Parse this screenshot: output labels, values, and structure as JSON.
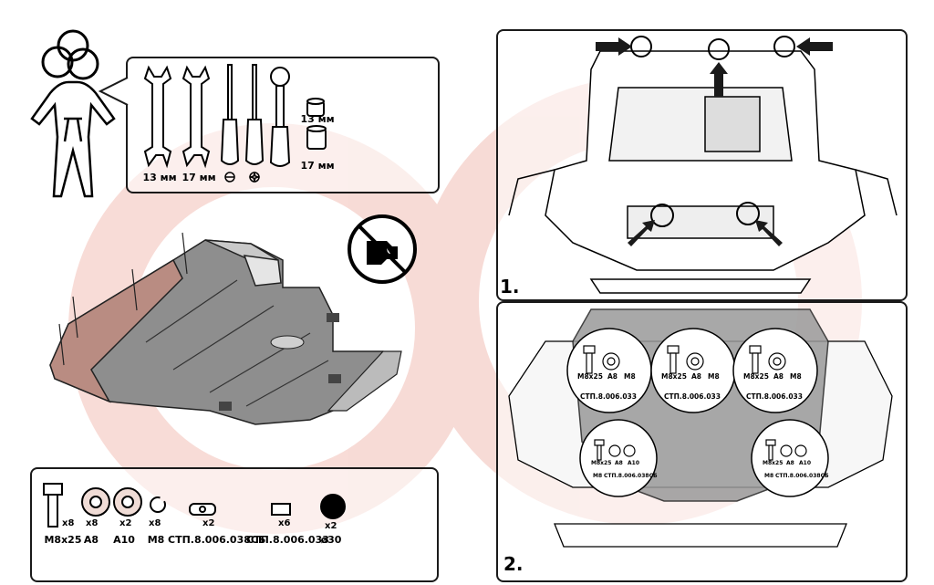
{
  "tools": {
    "wrench_13": "13 мм",
    "wrench_17": "17 мм",
    "socket_13": "13 мм",
    "socket_17": "17 мм"
  },
  "steps": {
    "step1": "1.",
    "step2": "2."
  },
  "callouts": {
    "bolt": "M8x25",
    "washer": "A8",
    "nut": "M8",
    "part": "СТП.8.006.033",
    "bolt_small": "M8x25",
    "washer_small": "A8",
    "washer_large": "A10",
    "nut_small": "M8",
    "part_small": "СТП.8.006.038СБ"
  },
  "hardware": [
    {
      "label": "M8x25",
      "qty": "x8"
    },
    {
      "label": "A8",
      "qty": "x8"
    },
    {
      "label": "A10",
      "qty": "x2"
    },
    {
      "label": "M8",
      "qty": "x8"
    },
    {
      "label": "СТП.8.006.038СБ",
      "qty": "x2"
    },
    {
      "label": "СТП.8.006.033",
      "qty": "x6"
    },
    {
      "label": "ø30",
      "qty": "x2"
    }
  ],
  "colors": {
    "watermark": "#f2c4bd",
    "plate": "#8a8a8a",
    "plate_light": "#bdbdbd",
    "accent": "#d33"
  }
}
